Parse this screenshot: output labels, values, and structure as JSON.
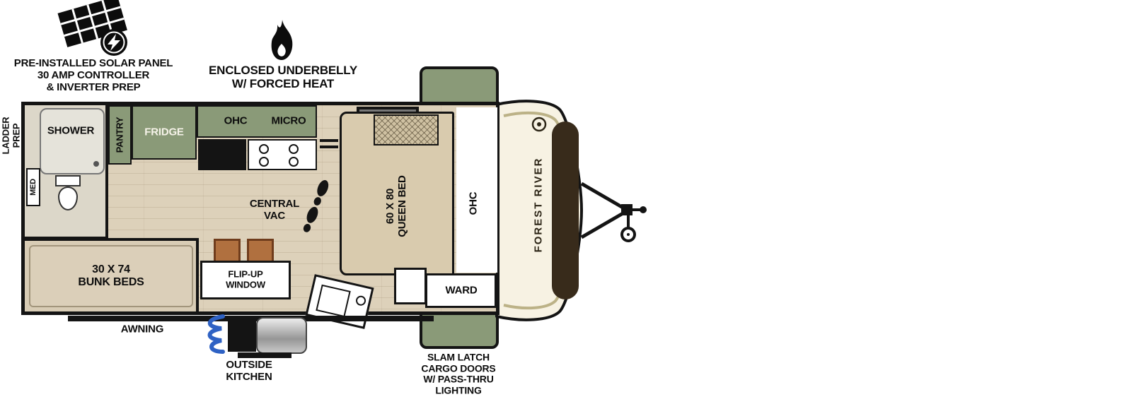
{
  "colors": {
    "accent_green": "#8a9a78",
    "floor_beige": "#ddd1ba",
    "bed_beige": "#d9cbae",
    "cap_cream": "#f7f2e3",
    "front_window_brown": "#382b1b",
    "outline_black": "#141414"
  },
  "callouts": {
    "solar": {
      "line1": "PRE-INSTALLED SOLAR PANEL",
      "line2": "30 AMP CONTROLLER",
      "line3": "& INVERTER PREP"
    },
    "underbelly": {
      "line1": "ENCLOSED UNDERBELLY",
      "line2": "W/ FORCED HEAT"
    },
    "ladder": {
      "line1": "LADDER",
      "line2": "PREP"
    },
    "awning": "AWNING",
    "outside_kitchen": {
      "line1": "OUTSIDE",
      "line2": "KITCHEN"
    },
    "cargo": {
      "line1": "SLAM LATCH",
      "line2": "CARGO DOORS",
      "line3": "W/ PASS-THRU",
      "line4": "LIGHTING"
    }
  },
  "interior": {
    "shower": "SHOWER",
    "med": "MED",
    "pantry": "PANTRY",
    "fridge": "FRIDGE",
    "ohc_kitchen": "OHC",
    "micro": "MICRO",
    "central_vac": {
      "line1": "CENTRAL",
      "line2": "VAC"
    },
    "queen_bed": {
      "line1": "60 X 80",
      "line2": "QUEEN BED"
    },
    "ohc_bedroom": "OHC",
    "ward": "WARD",
    "bunk_beds": {
      "line1": "30 X 74",
      "line2": "BUNK BEDS"
    },
    "flip_window": {
      "line1": "FLIP-UP",
      "line2": "WINDOW"
    }
  },
  "brand": "FOREST RIVER"
}
